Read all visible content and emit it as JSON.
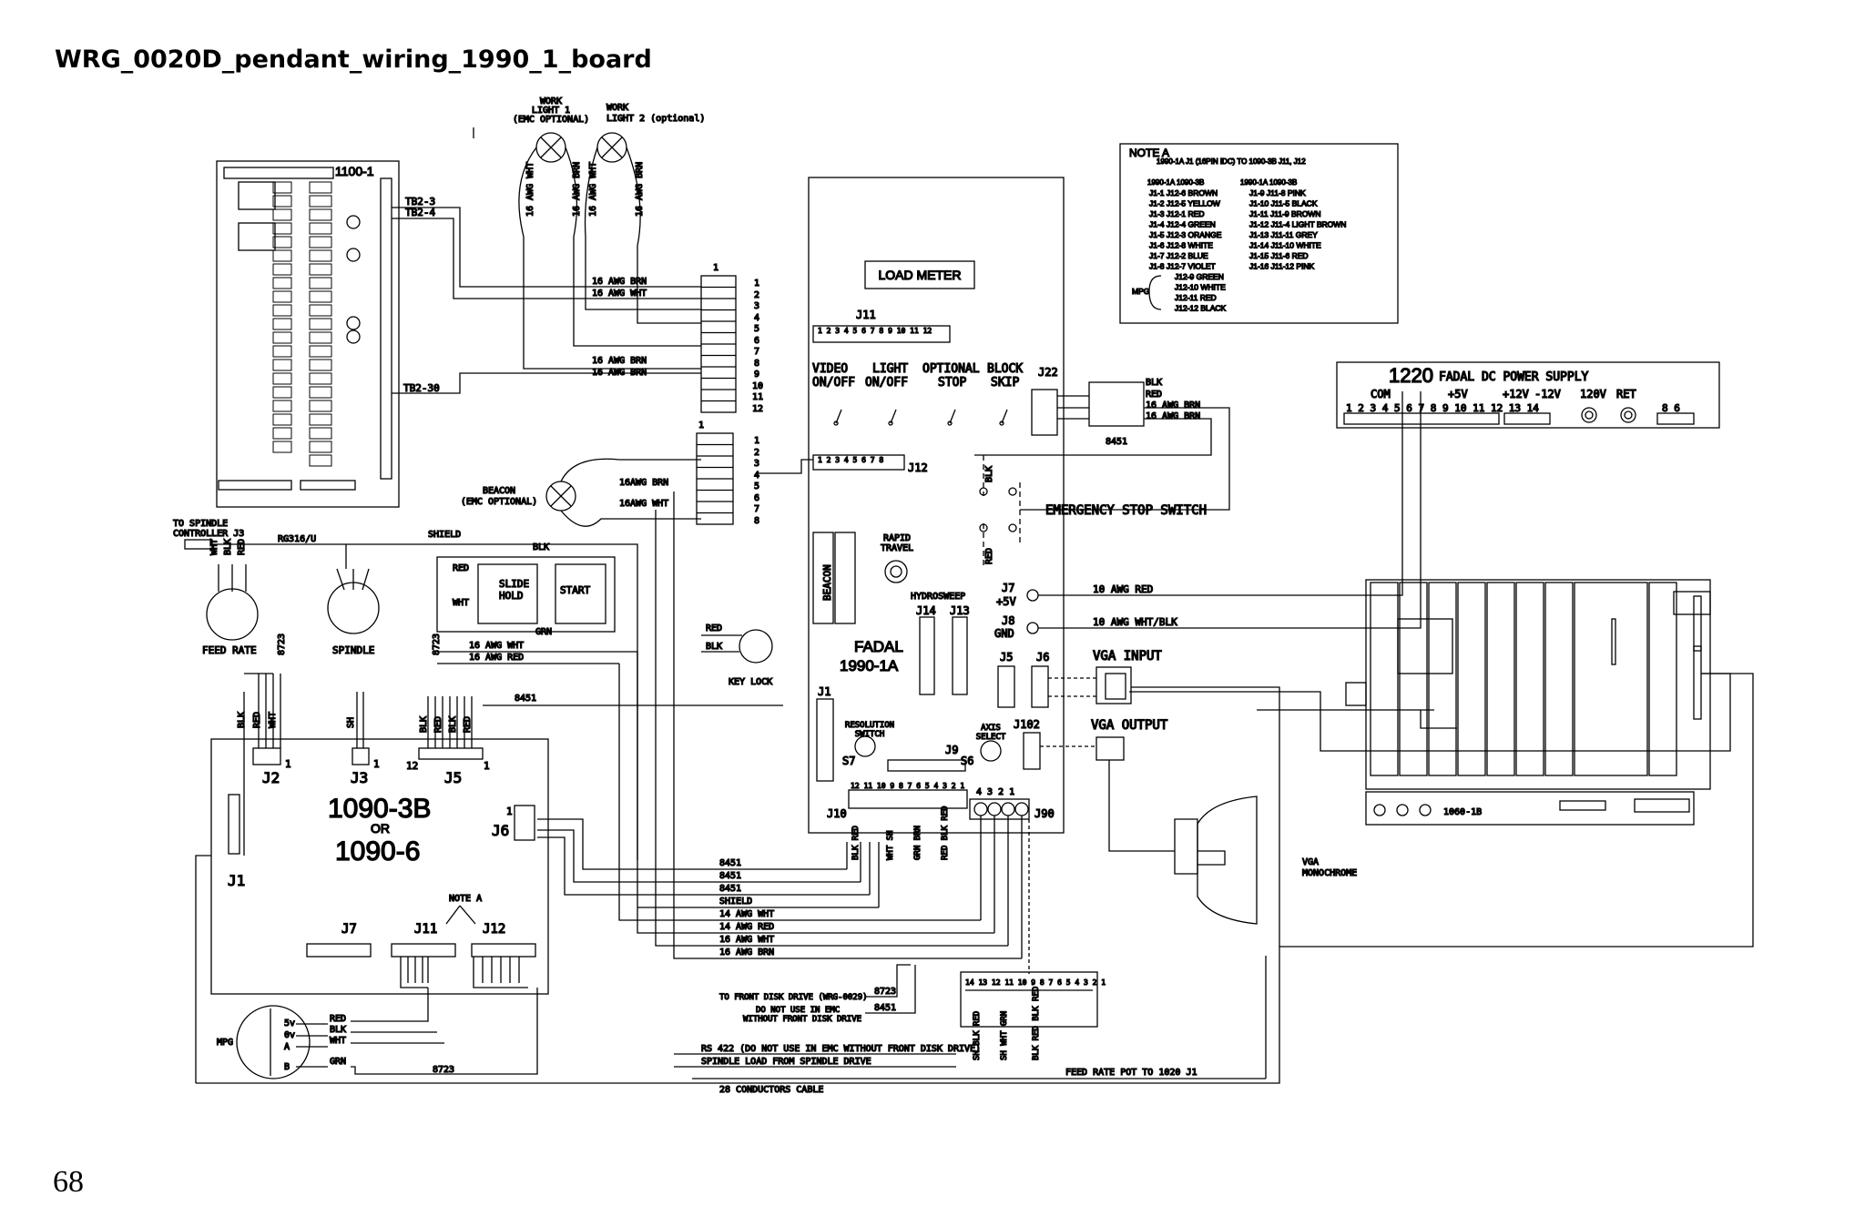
{
  "document": {
    "title": "WRG_0020D_pendant_wiring_1990_1_board",
    "page_number": "68"
  },
  "boards": {
    "b1100": "1100-1",
    "b1990": [
      "FADAL",
      "1990-1A"
    ],
    "b1090": [
      "1090-3B",
      "OR",
      "1090-6"
    ],
    "b1060": "1060-1B",
    "psu": {
      "num": "1220",
      "label": "FADAL DC POWER SUPPLY",
      "com": "COM",
      "p5v": "+5V",
      "p12v": "+12V",
      "m12v": "-12V",
      "v120": "120V",
      "ret": "RET"
    }
  },
  "labels": {
    "work_light_1": [
      "WORK",
      "LIGHT 1",
      "(EMC OPTIONAL)"
    ],
    "work_light_2": [
      "WORK",
      "LIGHT 2 (optional)"
    ],
    "beacon": [
      "BEACON",
      "(EMC OPTIONAL)"
    ],
    "tb2_3": "TB2-3",
    "tb2_4": "TB2-4",
    "tb2_30": "TB2-30",
    "load_meter": "LOAD METER",
    "video": [
      "VIDEO",
      "ON/OFF"
    ],
    "light": [
      "LIGHT",
      "ON/OFF"
    ],
    "optional_stop": [
      "OPTIONAL",
      "STOP"
    ],
    "block_skip": [
      "BLOCK",
      "SKIP"
    ],
    "emergency_stop": "EMERGENCY STOP SWITCH",
    "rapid_travel": [
      "RAPID",
      "TRAVEL"
    ],
    "hydrosweep": "HYDROSWEEP",
    "beacon_vert": "BEACON",
    "resolution_switch": [
      "RESOLUTION",
      "SWITCH"
    ],
    "axis_select": [
      "AXIS",
      "SELECT"
    ],
    "vga_input": "VGA INPUT",
    "vga_output": "VGA OUTPUT",
    "vga_mono": [
      "VGA",
      "MONOCHROME"
    ],
    "key_lock": "KEY LOCK",
    "feed_rate": "FEED RATE",
    "spindle": "SPINDLE",
    "slide_hold": [
      "SLIDE",
      "HOLD"
    ],
    "start": "START",
    "mpg": "MPG",
    "to_spindle": [
      "TO SPINDLE",
      "CONTROLLER J3"
    ],
    "rg316": "RG316/U",
    "shield": "SHIELD",
    "to_front_disk": "TO FRONT DISK DRIVE (WRG-0029)",
    "not_emc": [
      "DO NOT USE IN EMC",
      "WITHOUT FRONT DISK DRIVE"
    ],
    "rs422": "RS 422  (DO NOT USE IN EMC WITHOUT FRONT DISK DRIVE)",
    "spindle_load": "SPINDLE LOAD FROM SPINDLE DRIVE",
    "conductors": "28 CONDUCTORS CABLE",
    "feed_rate_pot": "FEED RATE POT TO 1020 J1",
    "note_a_ref": "NOTE A",
    "num_8451": "8451",
    "num_8723": "8723",
    "j22": "J22",
    "j11": "J11",
    "j12": "J12",
    "j14": "J14",
    "j13": "J13",
    "j5": "J5",
    "j6": "J6",
    "j7": "J7",
    "j8": "J8",
    "j1": "J1",
    "j9": "J9",
    "j10": "J10",
    "j90": "J90",
    "j102": "J102",
    "j2": "J2",
    "j3": "J3",
    "s7": "S7",
    "s6": "S6",
    "plus5v": "+5V",
    "gnd": "GND"
  },
  "wires": {
    "awg16_brn": "16 AWG  BRN",
    "awg16_wht": "16 AWG  WHT",
    "awg16brn_a": "16AWG  BRN",
    "awg16wht_a": "16AWG  WHT",
    "awg16_wht_r": "16 AWG WHT",
    "awg16_red_r": "16 AWG RED",
    "awg10_red": "10 AWG RED",
    "awg10_whtblk": "10 AWG WHT/BLK",
    "list_bottom": [
      "8451",
      "8451",
      "8451",
      "SHIELD",
      "14 AWG WHT",
      "14 AWG RED",
      "16 AWG WHT",
      "16 AWG BRN"
    ],
    "blk": "BLK",
    "red": "RED",
    "wht": "WHT",
    "grn": "GRN",
    "brn": "BRN",
    "sh": "SH"
  },
  "note_a": {
    "title": "NOTE A",
    "subtitle": "1990-1A J1 (16PIN IDC) TO 1090-3B J11, J12",
    "col_header": "1990-1A  1090-3B",
    "left": [
      "J1-1    J12-6  BROWN",
      "J1-2    J12-5  YELLOW",
      "J1-3    J12-1  RED",
      "J1-4    J12-4  GREEN",
      "J1-5    J12-3  ORANGE",
      "J1-6    J12-8  WHITE",
      "J1-7    J12-2  BLUE",
      "J1-8    J12-7  VIOLET"
    ],
    "right": [
      "J1-9    J11-8   PINK",
      "J1-10  J11-5   BLACK",
      "J1-11  J11-9   BROWN",
      "J1-12  J11-4   LIGHT BROWN",
      "J1-13   J11-11  GREY",
      "J1-14  J11-10  WHITE",
      "J1-15  J11-6   RED",
      "J1-16  J11-12   PINK"
    ],
    "mpg_label": "MPG",
    "mpg": [
      "J12-9  GREEN",
      "J12-10 WHITE",
      "J12-11 RED",
      "J12-12 BLACK"
    ]
  }
}
